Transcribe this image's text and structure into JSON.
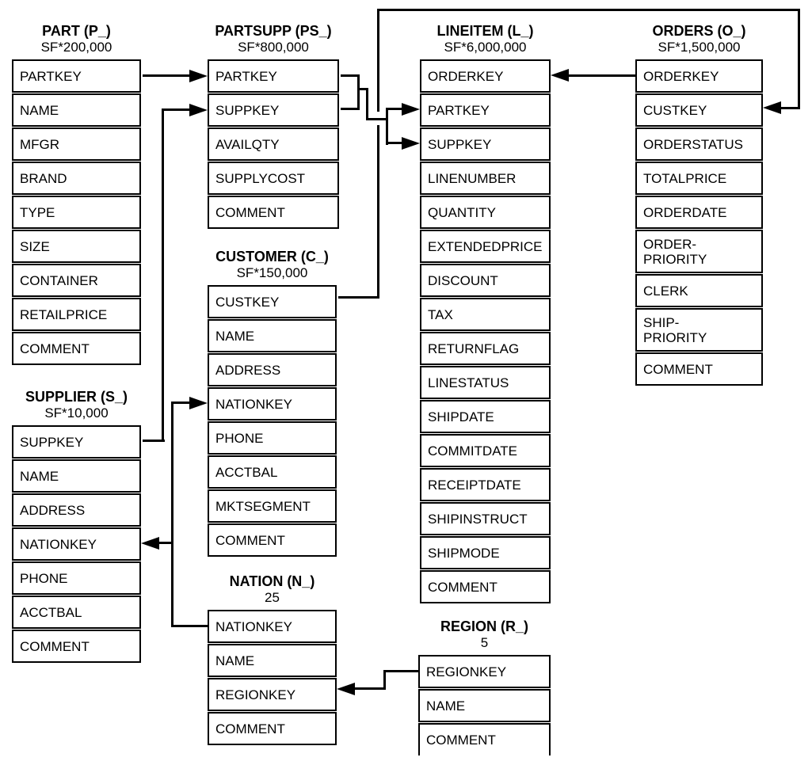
{
  "tables": [
    {
      "id": "part",
      "title": "PART (P_)",
      "count": "SF*200,000",
      "rows": [
        "PARTKEY",
        "NAME",
        "MFGR",
        "BRAND",
        "TYPE",
        "SIZE",
        "CONTAINER",
        "RETAILPRICE",
        "COMMENT"
      ]
    },
    {
      "id": "partsupp",
      "title": "PARTSUPP (PS_)",
      "count": "SF*800,000",
      "rows": [
        "PARTKEY",
        "SUPPKEY",
        "AVAILQTY",
        "SUPPLYCOST",
        "COMMENT"
      ]
    },
    {
      "id": "lineitem",
      "title": "LINEITEM (L_)",
      "count": "SF*6,000,000",
      "rows": [
        "ORDERKEY",
        "PARTKEY",
        "SUPPKEY",
        "LINENUMBER",
        "QUANTITY",
        "EXTENDEDPRICE",
        "DISCOUNT",
        "TAX",
        "RETURNFLAG",
        "LINESTATUS",
        "SHIPDATE",
        "COMMITDATE",
        "RECEIPTDATE",
        "SHIPINSTRUCT",
        "SHIPMODE",
        "COMMENT"
      ]
    },
    {
      "id": "orders",
      "title": "ORDERS (O_)",
      "count": "SF*1,500,000",
      "rows": [
        "ORDERKEY",
        "CUSTKEY",
        "ORDERSTATUS",
        "TOTALPRICE",
        "ORDERDATE",
        "ORDER-\nPRIORITY",
        "CLERK",
        "SHIP-\nPRIORITY",
        "COMMENT"
      ]
    },
    {
      "id": "customer",
      "title": "CUSTOMER (C_)",
      "count": "SF*150,000",
      "rows": [
        "CUSTKEY",
        "NAME",
        "ADDRESS",
        "NATIONKEY",
        "PHONE",
        "ACCTBAL",
        "MKTSEGMENT",
        "COMMENT"
      ]
    },
    {
      "id": "supplier",
      "title": "SUPPLIER (S_)",
      "count": "SF*10,000",
      "rows": [
        "SUPPKEY",
        "NAME",
        "ADDRESS",
        "NATIONKEY",
        "PHONE",
        "ACCTBAL",
        "COMMENT"
      ]
    },
    {
      "id": "nation",
      "title": "NATION (N_)",
      "count": "25",
      "rows": [
        "NATIONKEY",
        "NAME",
        "REGIONKEY",
        "COMMENT"
      ]
    },
    {
      "id": "region",
      "title": "REGION (R_)",
      "count": "5",
      "rows": [
        "REGIONKEY",
        "NAME",
        "COMMENT"
      ]
    }
  ],
  "relationships": [
    {
      "from": "PART.PARTKEY",
      "arrow_into": "PARTSUPP.PARTKEY"
    },
    {
      "from": "SUPPLIER.SUPPKEY",
      "arrow_into": "PARTSUPP.SUPPKEY"
    },
    {
      "from": "PARTSUPP.PARTKEY",
      "arrow_into": "LINEITEM.PARTKEY"
    },
    {
      "from": "PARTSUPP.SUPPKEY",
      "arrow_into": "LINEITEM.SUPPKEY"
    },
    {
      "from": "ORDERS.ORDERKEY",
      "arrow_into": "LINEITEM.ORDERKEY"
    },
    {
      "from": "CUSTOMER.CUSTKEY",
      "arrow_into": "ORDERS.CUSTKEY"
    },
    {
      "from": "NATION.NATIONKEY",
      "arrow_into": "CUSTOMER.NATIONKEY"
    },
    {
      "from": "NATION.NATIONKEY",
      "arrow_into": "SUPPLIER.NATIONKEY"
    },
    {
      "from": "REGION.REGIONKEY",
      "arrow_into": "NATION.REGIONKEY"
    }
  ],
  "colors": {
    "line": "#000000",
    "background": "#ffffff",
    "text": "#000000"
  }
}
